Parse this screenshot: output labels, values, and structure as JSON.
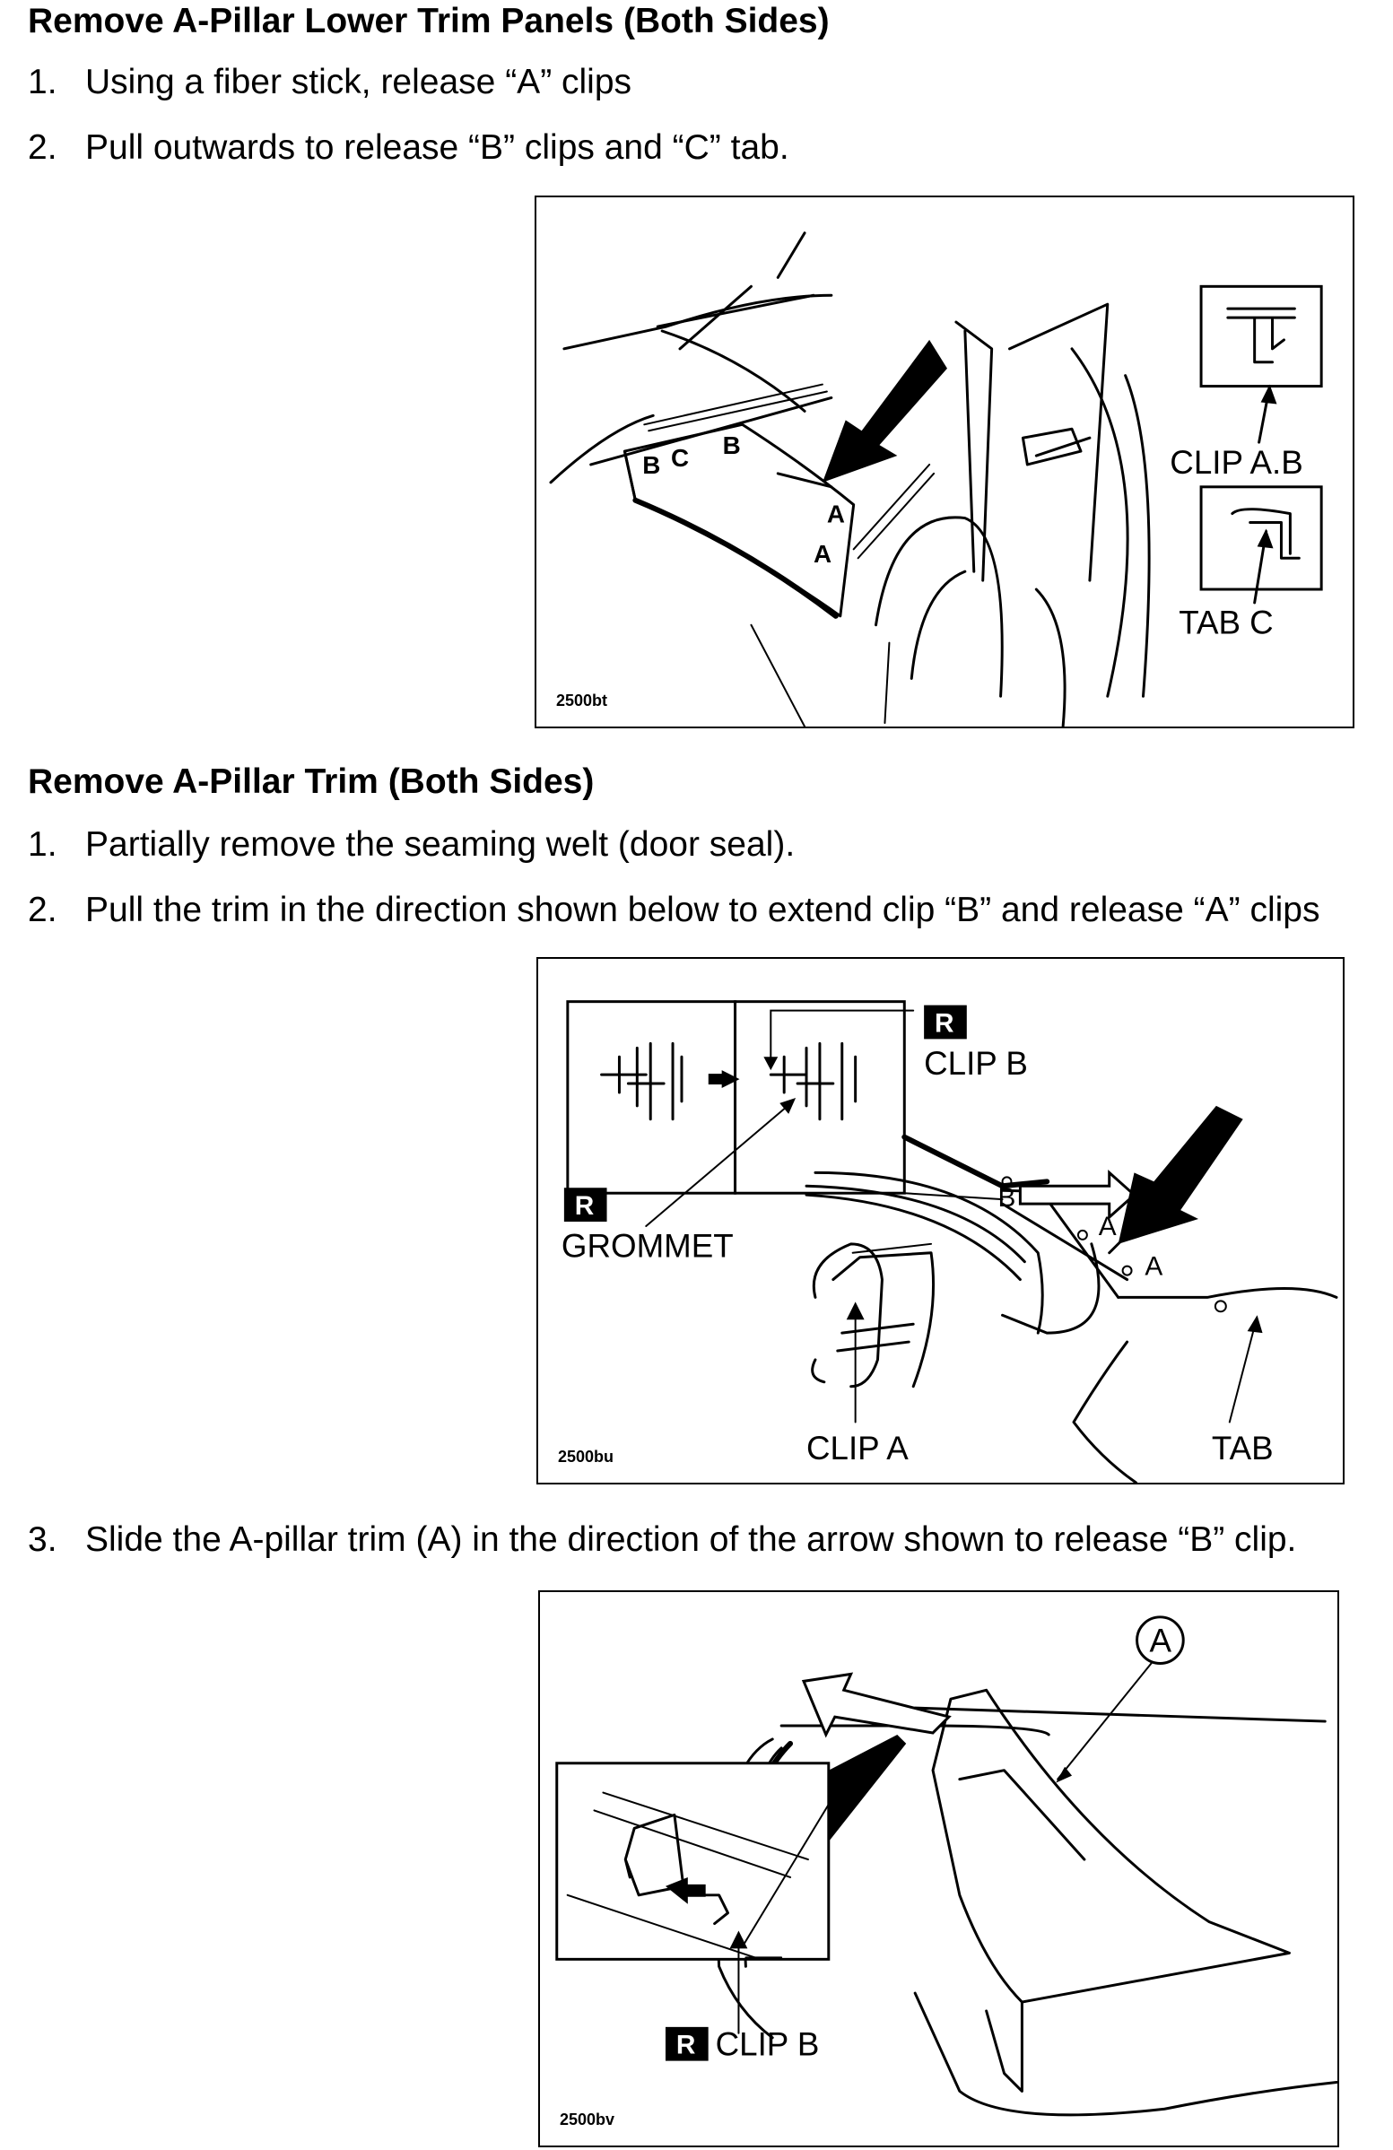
{
  "section1": {
    "heading": "Remove A-Pillar Lower Trim Panels (Both Sides)",
    "steps": [
      {
        "num": "1.",
        "text": "Using a fiber stick, release “A” clips"
      },
      {
        "num": "2.",
        "text": "Pull outwards to release “B” clips and “C” tab."
      }
    ],
    "figure": {
      "id": "2500bt",
      "labels": {
        "clip_ab": "CLIP A.B",
        "tab_c": "TAB C",
        "a": "A",
        "b": "B",
        "c": "C"
      }
    }
  },
  "section2": {
    "heading": "Remove A-Pillar Trim (Both Sides)",
    "steps": [
      {
        "num": "1.",
        "text": "Partially remove the seaming welt (door seal)."
      },
      {
        "num": "2.",
        "text": "Pull the trim in the direction shown below to extend clip “B” and release “A” clips"
      },
      {
        "num": "3.",
        "text": "Slide the A-pillar trim (A) in the direction of the arrow shown to release “B” clip."
      }
    ],
    "figure2": {
      "id": "2500bu",
      "labels": {
        "r": "R",
        "clip_b": "CLIP B",
        "grommet": "GROMMET",
        "clip_a": "CLIP A",
        "tab": "TAB",
        "a": "A",
        "b": "B"
      }
    },
    "figure3": {
      "id": "2500bv",
      "labels": {
        "callout_a": "A",
        "r": "R",
        "clip_b": "CLIP B"
      }
    }
  }
}
